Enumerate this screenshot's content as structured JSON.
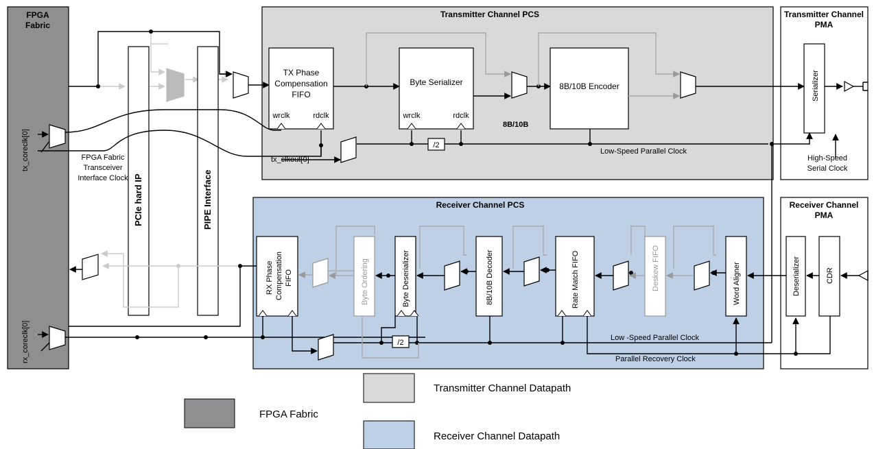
{
  "colors": {
    "fpga_fabric": "#8e8f91",
    "transmitter_datapath": "#d9d9d9",
    "receiver_datapath": "#bdd0e6",
    "inactive_path": "#aaaaaa"
  },
  "regions": {
    "fpga_fabric": "FPGA Fabric",
    "tx_pcs": "Transmitter Channel PCS",
    "tx_pma": "Transmitter Channel PMA",
    "rx_pcs": "Receiver Channel PCS",
    "rx_pma": "Receiver Channel PMA"
  },
  "interfaces": {
    "pcie_hard_ip": "PCIe hard IP",
    "pipe_interface": "PIPE Interface",
    "fabric_clock": [
      "FPGA Fabric",
      "Transceiver",
      "Interface Clock"
    ]
  },
  "tx_blocks": {
    "phase_fifo": [
      "TX Phase",
      "Compensation",
      "FIFO"
    ],
    "byte_serializer": "Byte Serializer",
    "encoder": "8B/10B Encoder",
    "serializer": "Serializer",
    "wrclk": "wrclk",
    "rdclk": "rdclk",
    "divider": "/2",
    "mode": "8B/10B"
  },
  "rx_blocks": {
    "phase_fifo": [
      "RX Phase",
      "Compensation",
      "FIFO"
    ],
    "byte_ordering": "Byte Ordering",
    "byte_deserializer": "Byte Deserializer",
    "decoder": "8B/10B Decoder",
    "rate_match": "Rate Match FIFO",
    "deskew": "Deskew FIFO",
    "word_aligner": "Word Aligner",
    "deserializer": "Deserializer",
    "cdr": "CDR",
    "divider": "/2"
  },
  "signals": {
    "tx_coreclk": "tx_coreclk[0]",
    "rx_coreclk": "rx_coreclk[0]",
    "tx_clkout": "tx_clkout[0]",
    "tx_low_speed_clock": "Low-Speed Parallel Clock",
    "rx_low_speed_clock": "Low -Speed Parallel Clock",
    "parallel_recovery_clock": "Parallel Recovery Clock",
    "high_speed_clock": [
      "High-Speed",
      "Serial Clock"
    ]
  },
  "legend": {
    "fpga_fabric": "FPGA Fabric",
    "transmitter": "Transmitter Channel Datapath",
    "receiver": "Receiver Channel Datapath"
  }
}
